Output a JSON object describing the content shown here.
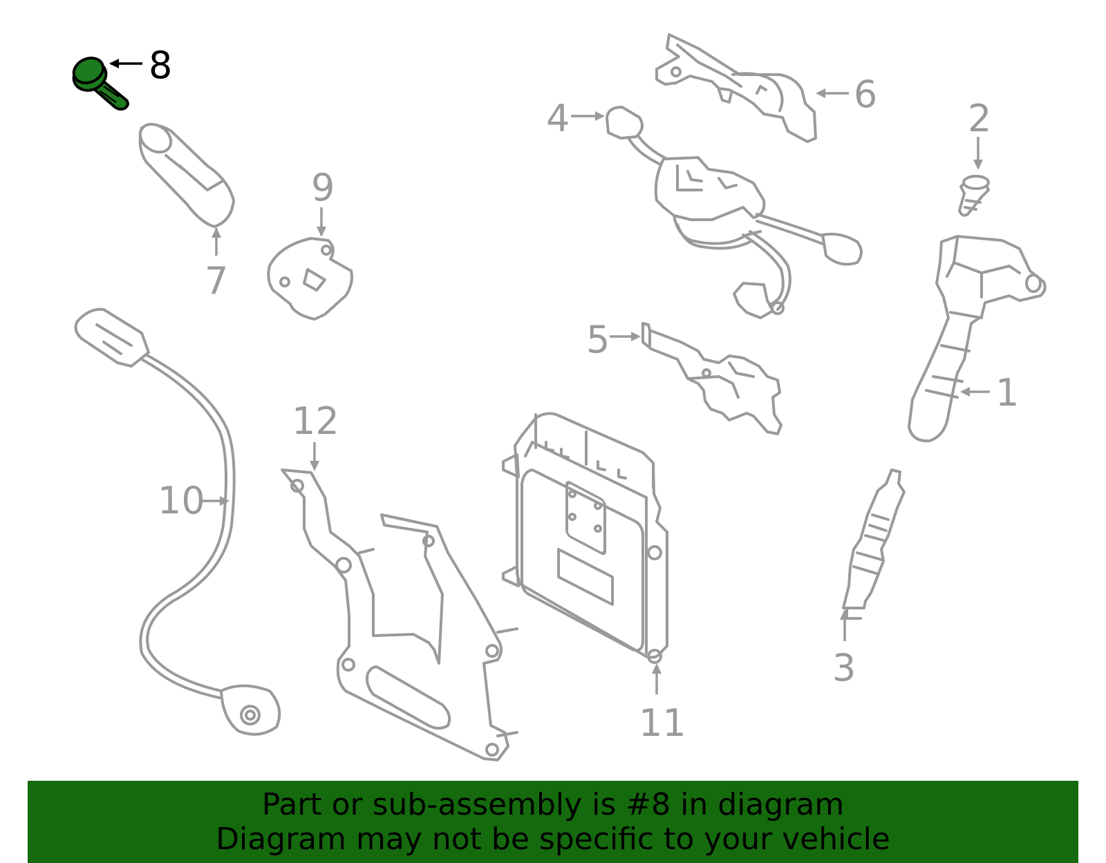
{
  "diagram": {
    "highlighted_part": "8",
    "highlight_color": "#1e7a1e",
    "part_outline_color": "#9a9a9a",
    "callouts": {
      "c1": "1",
      "c2": "2",
      "c3": "3",
      "c4": "4",
      "c5": "5",
      "c6": "6",
      "c7": "7",
      "c8": "8",
      "c9": "9",
      "c10": "10",
      "c11": "11",
      "c12": "12"
    }
  },
  "banner": {
    "background": "#156a0e",
    "line1": "Part or sub-assembly is #8 in diagram",
    "line2": "Diagram may not be specific to your vehicle"
  }
}
